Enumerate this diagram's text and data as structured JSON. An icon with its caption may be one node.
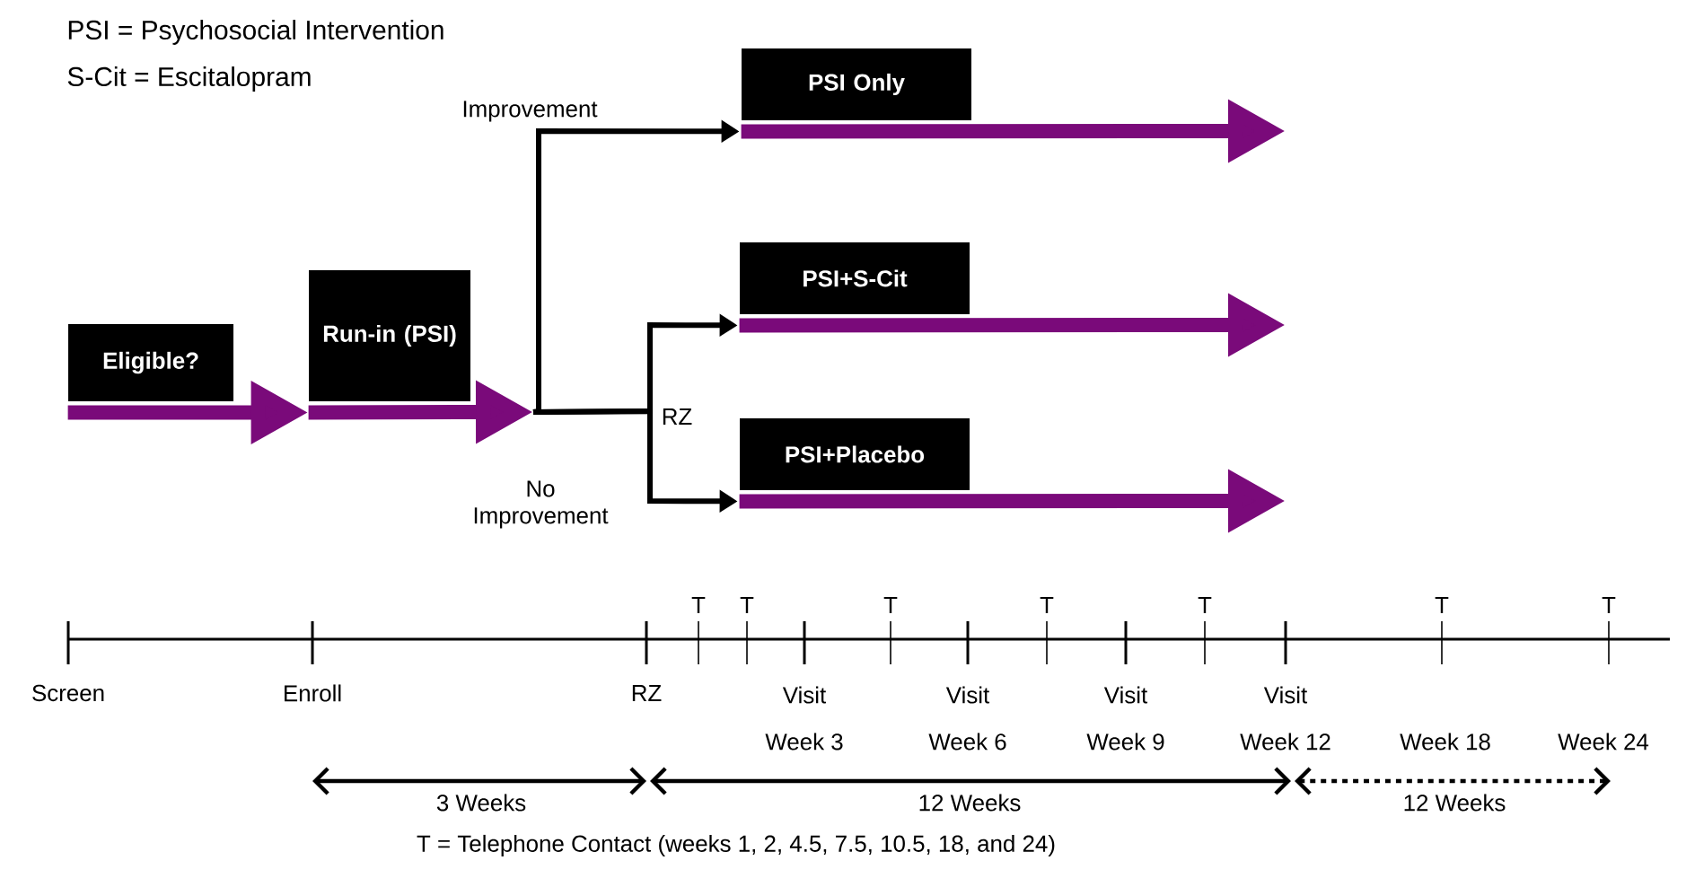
{
  "diagram": {
    "nodes": [
      {
        "text": [
          "Eligible?"
        ]
      },
      {
        "text": [
          "Run-in (PSI)"
        ]
      },
      {
        "text": [
          "PSI Only"
        ]
      },
      {
        "text": [
          "PSI+S-Cit"
        ]
      },
      {
        "text": [
          "PSI+Placebo"
        ]
      }
    ],
    "edges": [
      {
        "from": 0,
        "to": 1,
        "arrow": "to"
      },
      {
        "from": 1,
        "to": 2,
        "arrow": "to",
        "label": "Improvement",
        "color": "#000000"
      },
      {
        "from": 1,
        "to": 3,
        "arrow": "to",
        "label": "RZ",
        "color": "#000000"
      },
      {
        "from": 1,
        "to": 4,
        "arrow": "to",
        "label": "No Improvement",
        "color": "#000000"
      },
      {
        "from": 2,
        "to": null,
        "arrow": "to"
      },
      {
        "from": 3,
        "to": null,
        "arrow": "to"
      },
      {
        "from": 4,
        "to": null,
        "arrow": "to"
      },
      {
        "from": 1,
        "to": null,
        "arrow": "to"
      }
    ],
    "labels": [
      "PSI = Psychosocial Intervention",
      "S-Cit = Escitalopram",
      "T",
      "T",
      "T",
      "T",
      "T",
      "T",
      "T",
      "Screen",
      "Enroll",
      "RZ",
      "Visit",
      "Visit",
      "Visit",
      "Visit",
      "Week 3",
      "Week 6",
      "Week 9",
      "Week 12",
      "Week 18",
      "Week 24",
      "3 Weeks",
      "12 Weeks",
      "12 Weeks",
      "T = Telephone Contact (weeks 1, 2, 4.5, 7.5, 10.5, 18, and 24)"
    ]
  }
}
